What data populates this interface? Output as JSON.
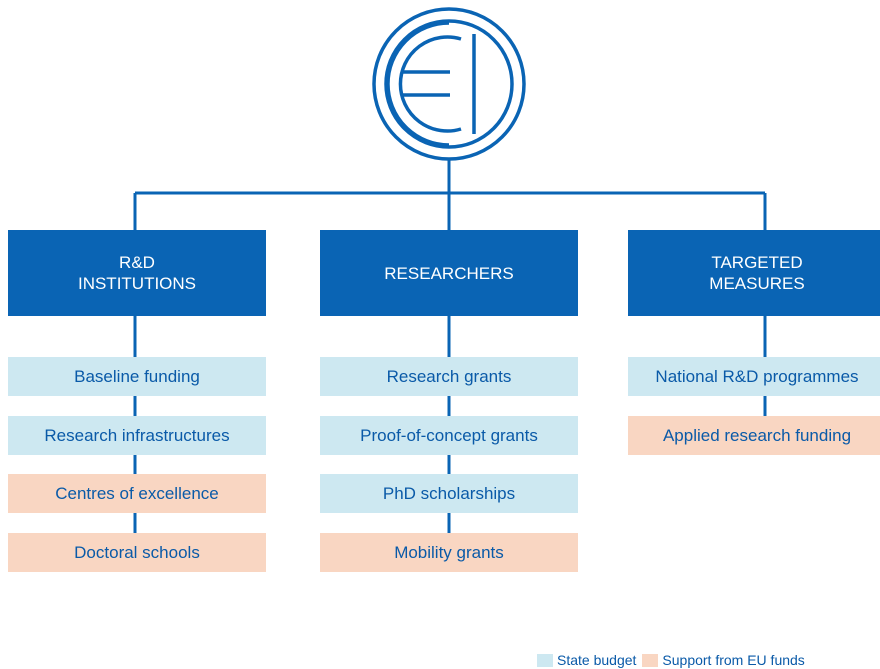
{
  "colors": {
    "primary": "#0a64b4",
    "state_budget": "#cde8f1",
    "eu_funds": "#f9d6c2",
    "line": "#0a5aa8"
  },
  "icon": "euro-coin-icon",
  "columns": [
    {
      "header": [
        "R&D",
        "INSTITUTIONS"
      ],
      "items": [
        {
          "label": "Baseline funding",
          "source": "state"
        },
        {
          "label": "Research infrastructures",
          "source": "state"
        },
        {
          "label": "Centres of excellence",
          "source": "eu"
        },
        {
          "label": "Doctoral schools",
          "source": "eu"
        }
      ]
    },
    {
      "header": [
        "RESEARCHERS"
      ],
      "items": [
        {
          "label": "Research grants",
          "source": "state"
        },
        {
          "label": "Proof-of-concept grants",
          "source": "state"
        },
        {
          "label": "PhD scholarships",
          "source": "state"
        },
        {
          "label": "Mobility grants",
          "source": "eu"
        }
      ]
    },
    {
      "header": [
        "TARGETED",
        "MEASURES"
      ],
      "items": [
        {
          "label": "National R&D programmes",
          "source": "state"
        },
        {
          "label": "Applied research funding",
          "source": "eu"
        }
      ]
    }
  ],
  "legend": {
    "state": "State budget",
    "eu": "Support from EU funds"
  }
}
